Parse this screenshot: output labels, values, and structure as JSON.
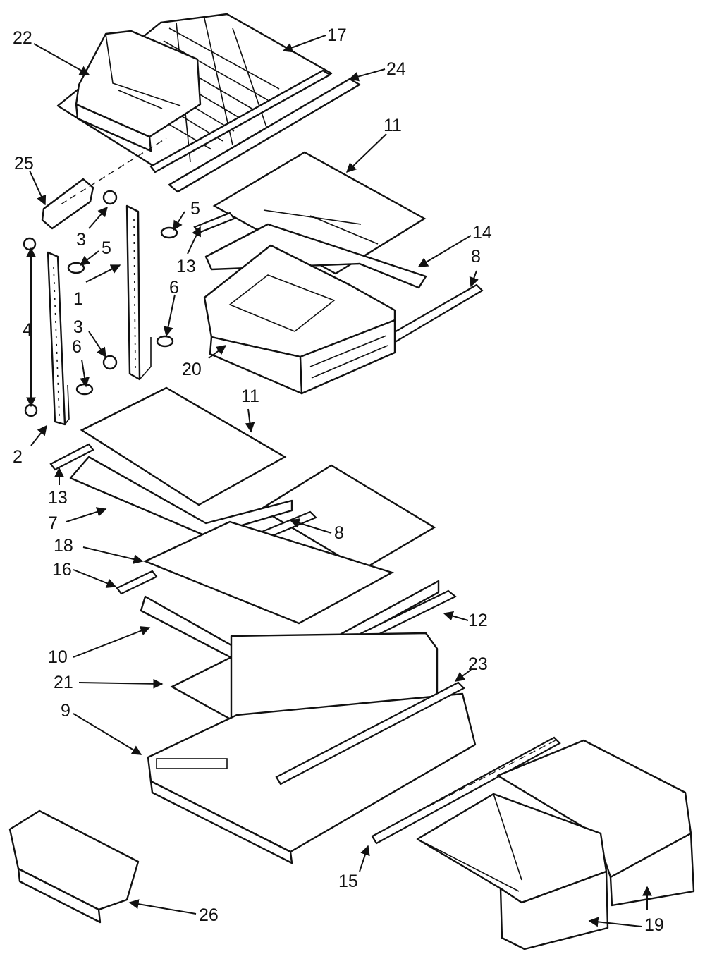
{
  "diagram": {
    "callouts": [
      {
        "id": "c22a",
        "label": "22"
      },
      {
        "id": "c17",
        "label": "17"
      },
      {
        "id": "c24",
        "label": "24"
      },
      {
        "id": "c11a",
        "label": "11"
      },
      {
        "id": "c25",
        "label": "25"
      },
      {
        "id": "c5a",
        "label": "5"
      },
      {
        "id": "c3a",
        "label": "3"
      },
      {
        "id": "c5b",
        "label": "5"
      },
      {
        "id": "c13a",
        "label": "13"
      },
      {
        "id": "c14",
        "label": "14"
      },
      {
        "id": "c8a",
        "label": "8"
      },
      {
        "id": "c1",
        "label": "1"
      },
      {
        "id": "c4",
        "label": "4"
      },
      {
        "id": "c6a",
        "label": "6"
      },
      {
        "id": "c3b",
        "label": "3"
      },
      {
        "id": "c6b",
        "label": "6"
      },
      {
        "id": "c20",
        "label": "20"
      },
      {
        "id": "c11b",
        "label": "11"
      },
      {
        "id": "c2",
        "label": "2"
      },
      {
        "id": "c13b",
        "label": "13"
      },
      {
        "id": "c7",
        "label": "7"
      },
      {
        "id": "c18",
        "label": "18"
      },
      {
        "id": "c8b",
        "label": "8"
      },
      {
        "id": "c16",
        "label": "16"
      },
      {
        "id": "c12",
        "label": "12"
      },
      {
        "id": "c10",
        "label": "10"
      },
      {
        "id": "c23",
        "label": "23"
      },
      {
        "id": "c21",
        "label": "21"
      },
      {
        "id": "c9",
        "label": "9"
      },
      {
        "id": "c15",
        "label": "15"
      },
      {
        "id": "c26",
        "label": "26"
      },
      {
        "id": "c19",
        "label": "19"
      }
    ]
  }
}
